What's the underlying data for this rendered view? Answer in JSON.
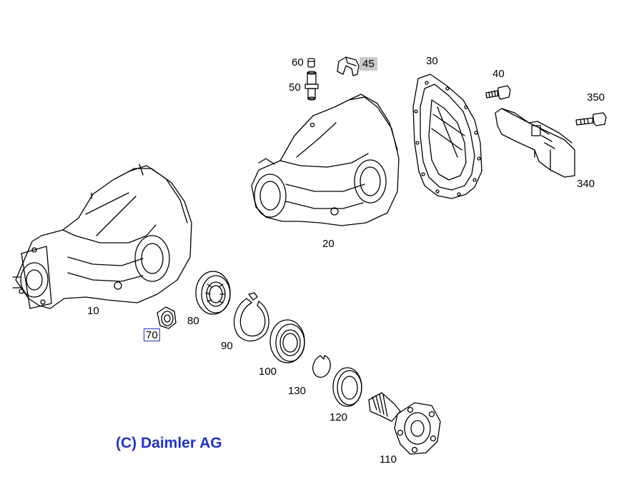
{
  "copyright": "(C) Daimler AG",
  "callouts": {
    "p10": "10",
    "p20": "20",
    "p30": "30",
    "p40": "40",
    "p45": "45",
    "p50": "50",
    "p60": "60",
    "p70": "70",
    "p80": "80",
    "p90": "90",
    "p100": "100",
    "p110": "110",
    "p120": "120",
    "p130": "130",
    "p340": "340",
    "p350": "350"
  },
  "highlight_colors": {
    "selected_box": "#1f2fb8",
    "grey_box": "#c9c9c9",
    "copyright_text": "#2233cc"
  }
}
